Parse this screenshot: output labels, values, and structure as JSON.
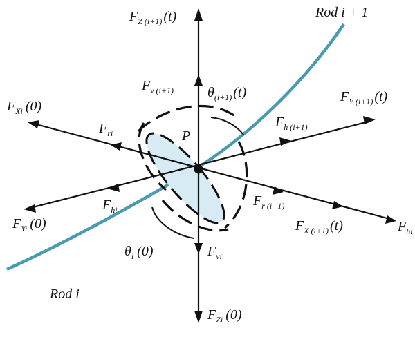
{
  "colors": {
    "rod": "#4a9bb0",
    "ellipse_fill": "#d6ebf3",
    "stroke": "#111111"
  },
  "rods": {
    "upper": "Rod i + 1",
    "lower": "Rod i"
  },
  "point": "P",
  "labels": {
    "fz_top": {
      "main": "F",
      "sub": "Z (i+1)",
      "tail": "(t)"
    },
    "fxi_0": {
      "main": "F",
      "sub": "Xi",
      "tail": "(0)"
    },
    "fri": {
      "main": "F",
      "sub": "ri",
      "tail": ""
    },
    "fv_top": {
      "main": "F",
      "sub": "v (i+1)",
      "tail": ""
    },
    "theta_top": {
      "main": "θ",
      "sub": "(i+1)",
      "tail": "(t)"
    },
    "fy_right": {
      "main": "F",
      "sub": "Y (i+1)",
      "tail": "(t)"
    },
    "fh_right": {
      "main": "F",
      "sub": "h (i+1)",
      "tail": ""
    },
    "fyi_0": {
      "main": "F",
      "sub": "Yi",
      "tail": "(0)"
    },
    "fhi_left": {
      "main": "F",
      "sub": "hi",
      "tail": ""
    },
    "fr_right": {
      "main": "F",
      "sub": "r (i+1)",
      "tail": ""
    },
    "fx_right": {
      "main": "F",
      "sub": "X (i+1)",
      "tail": "(t)"
    },
    "fhi_right": {
      "main": "F",
      "sub": "hi",
      "tail": ""
    },
    "theta_i": {
      "main": "θ",
      "sub": "i",
      "tail": "(0)"
    },
    "fvi": {
      "main": "F",
      "sub": "vi",
      "tail": ""
    },
    "fzi_0": {
      "main": "F",
      "sub": "Zi",
      "tail": "(0)"
    }
  }
}
